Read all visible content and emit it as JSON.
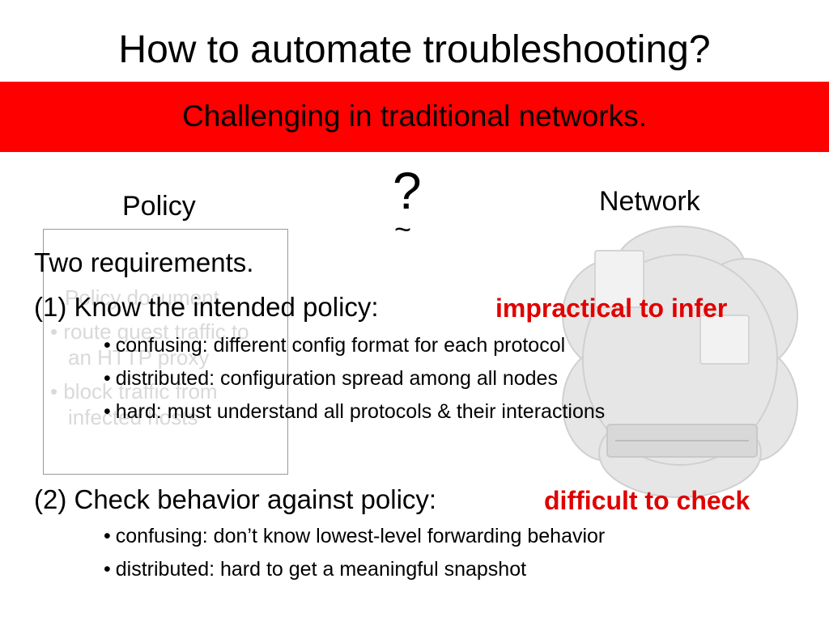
{
  "slide": {
    "title": "How to automate troubleshooting?",
    "banner": "Challenging in traditional networks.",
    "policy_label": "Policy",
    "network_label": "Network",
    "question_mark": "?",
    "approx_mark": "~",
    "policy_doc": {
      "line1": "Policy document",
      "bullet1_a": "• route guest traffic to",
      "bullet1_b": "an HTTP proxy",
      "bullet2_a": "• block traffic from",
      "bullet2_b": "infected hosts"
    },
    "requirements_heading": "Two requirements.",
    "req1": {
      "label": "(1) Know the intended policy:",
      "verdict": "impractical to infer",
      "bullets": [
        "confusing: different config format for each protocol",
        "distributed: configuration spread among all nodes",
        "hard: must understand all protocols & their interactions"
      ]
    },
    "req2": {
      "label": "(2) Check behavior against policy:",
      "verdict": "difficult to check",
      "bullets": [
        "confusing: don’t know lowest-level forwarding behavior",
        "distributed: hard to get a meaningful snapshot"
      ]
    },
    "bullet_glyph": "•"
  },
  "colors": {
    "banner": "#ff0000",
    "verdict": "#e00000"
  },
  "icons": [
    "cloud-icon",
    "network-device-icon",
    "switch-icon"
  ]
}
